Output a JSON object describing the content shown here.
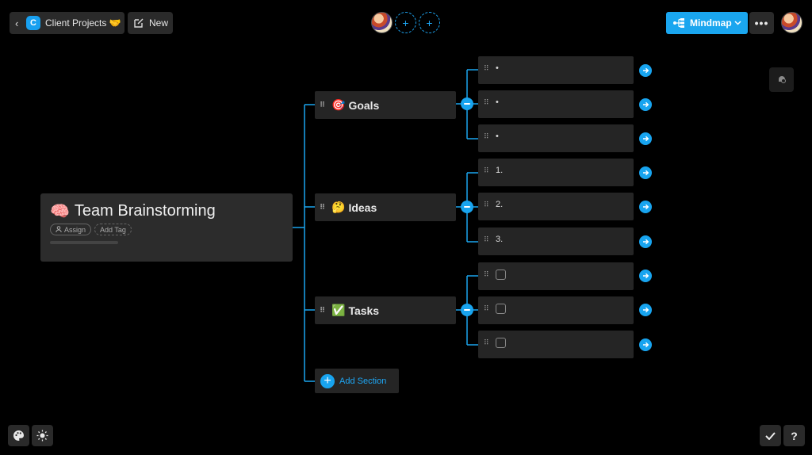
{
  "header": {
    "back_label": "Client Projects 🤝",
    "workspace_initial": "C",
    "new_label": "New",
    "view_label": "Mindmap",
    "more_label": "•••"
  },
  "colors": {
    "accent": "#18a4ef",
    "background": "#000000",
    "card": "#252525",
    "root_card": "#2c2c2c"
  },
  "root": {
    "emoji": "🧠",
    "title": "Team Brainstorming",
    "assign_label": "Assign",
    "tag_label": "Add Tag"
  },
  "sections": [
    {
      "emoji": "🎯",
      "title": "Goals",
      "children": [
        "•",
        "•",
        "•"
      ],
      "child_type": "bullet"
    },
    {
      "emoji": "🤔",
      "title": "Ideas",
      "children": [
        "1.",
        "2.",
        "3."
      ],
      "child_type": "numbered"
    },
    {
      "emoji": "✅",
      "title": "Tasks",
      "children": [
        "",
        "",
        ""
      ],
      "child_type": "checkbox"
    }
  ],
  "add_section_label": "Add Section",
  "footer": {
    "help_label": "?"
  },
  "icons": [
    "chevron-left-icon",
    "new-doc-icon",
    "plus-icon",
    "mindmap-icon",
    "chevron-down-icon",
    "more-icon",
    "brain-eraser-icon",
    "palette-icon",
    "sun-icon",
    "check-icon",
    "help-icon",
    "grip-icon",
    "arrow-right-icon",
    "minus-icon",
    "person-icon"
  ]
}
